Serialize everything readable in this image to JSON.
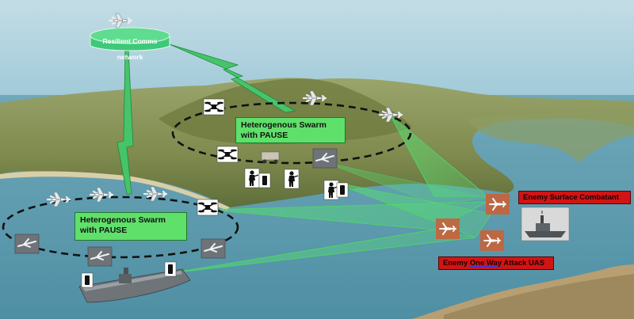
{
  "comms": {
    "label": "Resilient Comms network",
    "color": "#3ec97a"
  },
  "swarms": [
    {
      "id": "mountain",
      "label": "Heterogenous Swarm with PAUSE"
    },
    {
      "id": "coastal",
      "label": "Heterogenous Swarm with PAUSE"
    }
  ],
  "enemies": {
    "surface": {
      "label": "Enemy Surface Combatant"
    },
    "uas": {
      "label_pre": "Enemy ",
      "label_underlined": "One Way",
      "label_post": " Attack UAS"
    }
  },
  "colors": {
    "swarm_label_fill": "#5fe06a",
    "enemy_label_fill": "#d21414",
    "link_beam": "#4fd16b",
    "enemy_drone_box": "#c8623a",
    "sea": "#7fb2c4",
    "land": "#8a9a5a"
  },
  "icons": {
    "relay": "fixed-wing-uav-icon",
    "quadcopter": "quadcopter-drone-icon",
    "ground": "infantry-soldier-icon",
    "ground_robot": "ground-robot-icon",
    "launcher": "launcher-icon",
    "amphibious_ship": "amphibious-assault-ship-icon",
    "enemy_ship": "enemy-warship-icon",
    "enemy_uas": "enemy-attack-drone-icon"
  }
}
